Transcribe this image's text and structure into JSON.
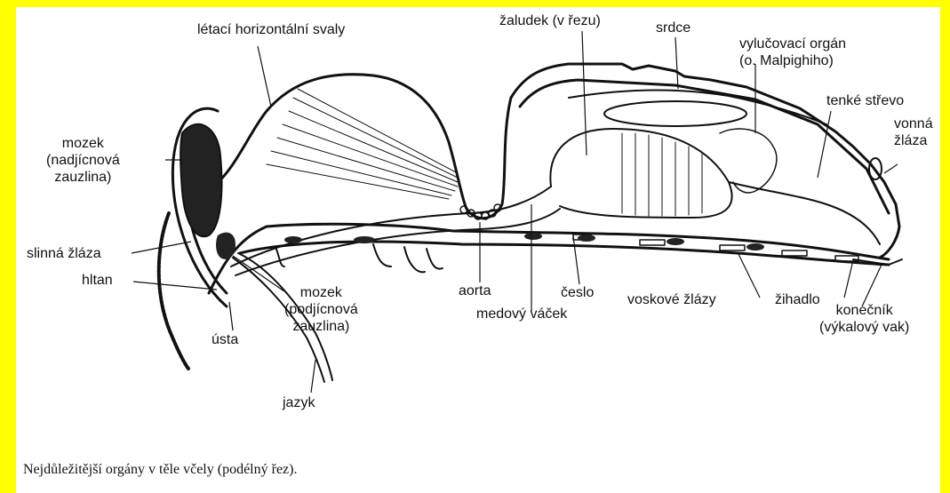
{
  "colors": {
    "border": "#ffff00",
    "panel": "#ffffff",
    "ink": "#111111"
  },
  "labels": {
    "letaci": "létací horizontální svaly",
    "zaludek": "žaludek (v řezu)",
    "srdce": "srdce",
    "vylucovaci": "vylučovací orgán\n(o. Malpighiho)",
    "tenke": "tenké střevo",
    "vonna": "vonná\nžláza",
    "mozek_nad": "mozek\n(nadjícnová\nzauzlina)",
    "slinna": "slinná žláza",
    "hltan": "hltan",
    "aorta": "aorta",
    "ceslo": "česlo",
    "medovy": "medový váček",
    "voskove": "voskové žlázy",
    "zihadlo": "žihadlo",
    "konecnik": "konečník\n(výkalový vak)",
    "mozek_pod": "mozek\n(podjícnová\nzauzlina)",
    "usta": "ústa",
    "jazyk": "jazyk"
  },
  "caption": "Nejdůležitější orgány v těle včely (podélný řez)."
}
